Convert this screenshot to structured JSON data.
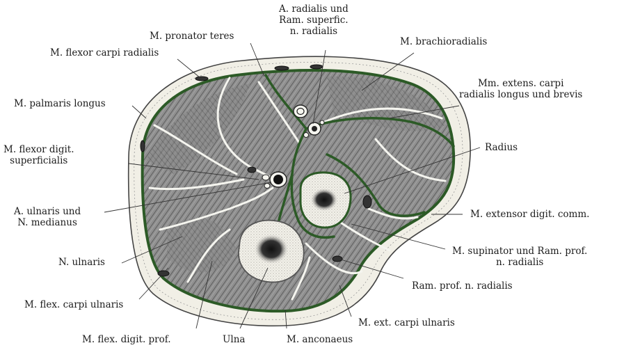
{
  "colors": {
    "fascia": "#2c5a26",
    "muscle": "#8c8c8c",
    "skin": "#f1efe6",
    "bone": "#f3f1ea",
    "ink": "#1c1c1c"
  },
  "labels": {
    "a_radialis": [
      "A. radialis und",
      "Ram. superfic.",
      "n. radialis"
    ],
    "pronator_teres": "M. pronator teres",
    "brachioradialis": "M. brachioradialis",
    "flexor_carpi_radialis": "M. flexor carpi radialis",
    "extens_carpi": [
      "Mm. extens. carpi",
      "radialis longus und brevis"
    ],
    "palmaris_longus": "M. palmaris longus",
    "flexor_digit_superf": [
      "M. flexor digit.",
      "superficialis"
    ],
    "radius": "Radius",
    "a_ulnaris": [
      "A. ulnaris und",
      "N. medianus"
    ],
    "extensor_digit_comm": "M. extensor digit. comm.",
    "n_ulnaris": "N. ulnaris",
    "supinator": [
      "M. supinator und Ram. prof.",
      "n. radialis"
    ],
    "ram_prof": "Ram. prof. n. radialis",
    "flex_carpi_ulnaris": "M. flex. carpi ulnaris",
    "ext_carpi_ulnaris": "M. ext. carpi ulnaris",
    "flex_digit_prof": "M. flex. digit. prof.",
    "ulna": "Ulna",
    "anconaeus": "M. anconaeus"
  }
}
